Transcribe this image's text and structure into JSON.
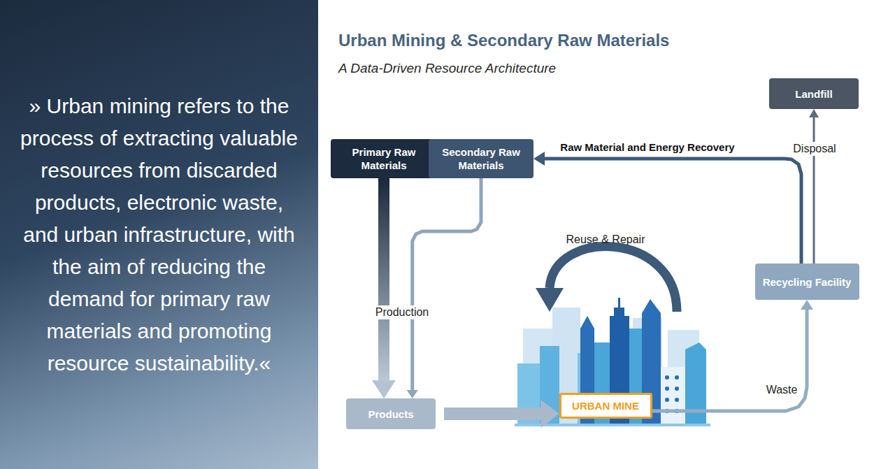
{
  "diagram": {
    "title": "Urban Mining & Secondary Raw Materials",
    "nodes": [
      {
        "text": [
          "» Urban mining refers to the process of extracting valuable resources from discarded products, electronic waste, and urban infrastructure, with the aim of reducing the demand for primary raw materials and promoting resource sustainability.«"
        ]
      },
      {
        "text": [
          "Landfill"
        ]
      },
      {
        "text": [
          "Primary Raw Materials"
        ]
      },
      {
        "text": [
          "Secondary Raw Materials"
        ]
      },
      {
        "text": [
          "Recycling Facility"
        ]
      },
      {
        "text": [
          "Products"
        ]
      },
      {
        "text": [
          "URBAN MINE"
        ]
      }
    ],
    "edges": [
      {
        "from": 2,
        "to": 5,
        "arrow": "to",
        "label": "Production"
      },
      {
        "from": 3,
        "to": 5,
        "arrow": "to"
      },
      {
        "from": 5,
        "to": 6,
        "arrow": "to"
      },
      {
        "from": 6,
        "to": 4,
        "arrow": "to",
        "label": "Waste"
      },
      {
        "from": 4,
        "to": 1,
        "arrow": "to",
        "label": "Disposal"
      },
      {
        "from": 4,
        "to": 3,
        "arrow": "to",
        "label": "Raw Material and Energy Recovery"
      }
    ],
    "labels": [
      "A Data-Driven Resource Architecture",
      "Reuse & Repair"
    ]
  }
}
